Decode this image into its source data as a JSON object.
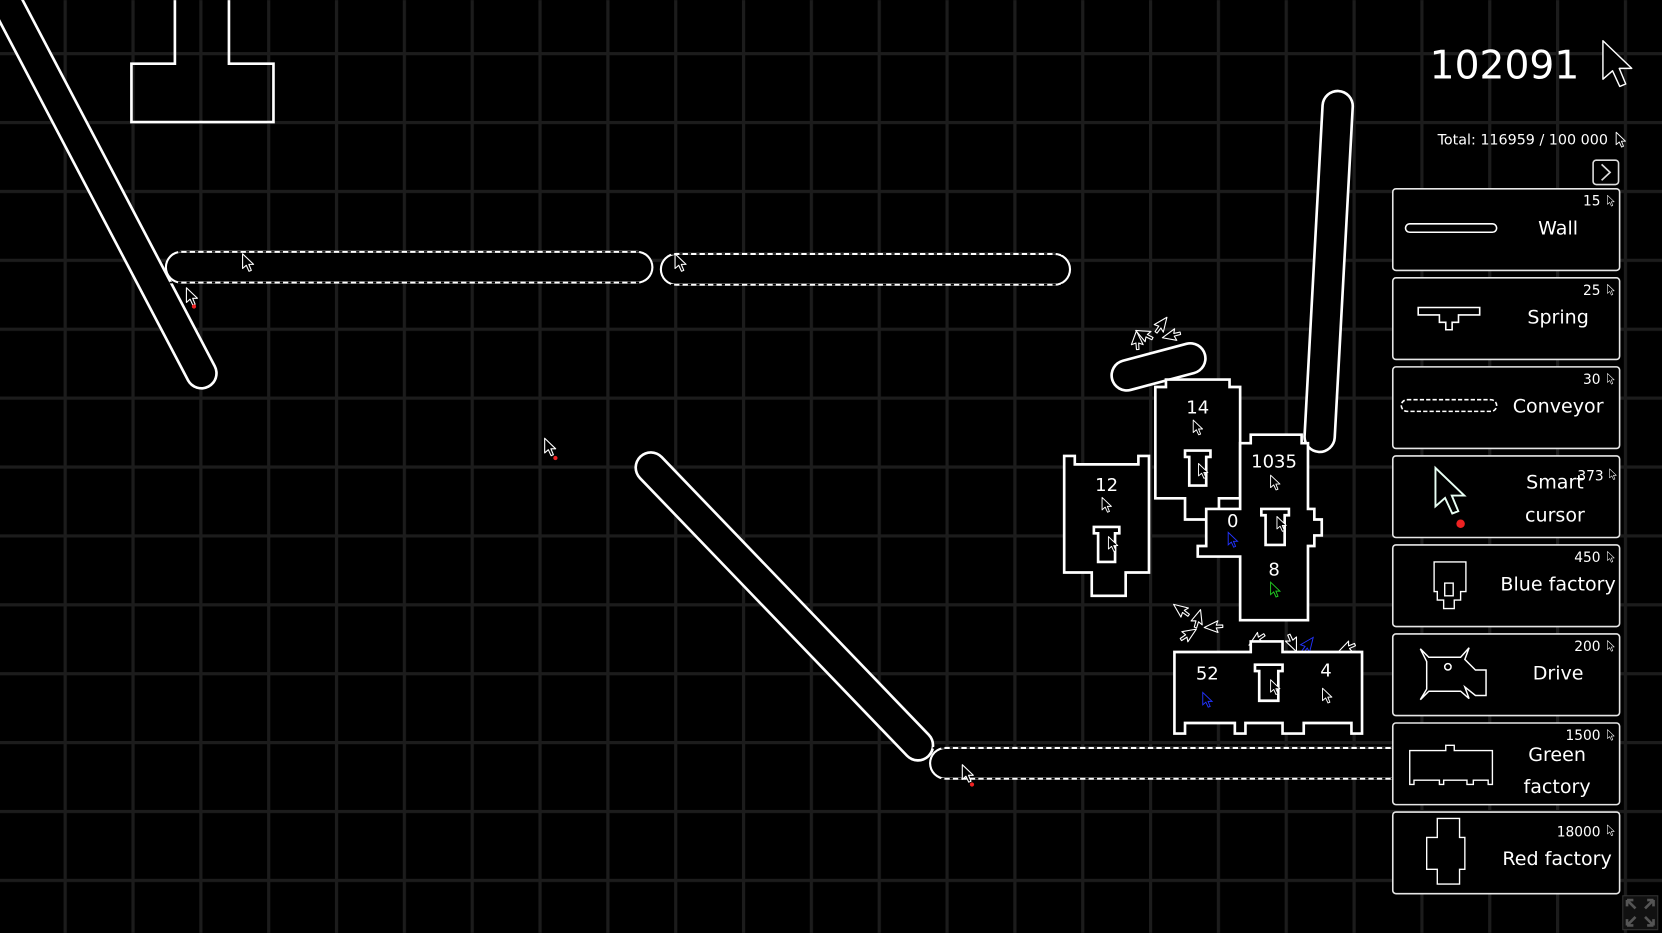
{
  "hud": {
    "score": "102091",
    "total": "Total: 116959 / 100 000",
    "expand_icon": "chevron-right-icon",
    "fullscreen_icon": "fullscreen-icon"
  },
  "shop": [
    {
      "name": "Wall",
      "price": "15"
    },
    {
      "name": "Spring",
      "price": "25"
    },
    {
      "name": "Conveyor",
      "price": "30"
    },
    {
      "name_line1": "Smart",
      "name_line2": "cursor",
      "price": "373"
    },
    {
      "name": "Blue factory",
      "price": "450"
    },
    {
      "name": "Drive",
      "price": "200"
    },
    {
      "name_line1": "Green",
      "name_line2": "factory",
      "price": "1500"
    },
    {
      "name": "Red factory",
      "price": "18000"
    }
  ],
  "factories": {
    "blue_a": "12",
    "blue_b": "14",
    "red_top": "1035",
    "red_left": "0",
    "red_bottom": "8",
    "green_left": "52",
    "green_right": "4"
  },
  "colors": {
    "background": "#000000",
    "grid": "#1c1c1c",
    "outline": "#ffffff",
    "blue_cursor": "#2233ff",
    "green_cursor": "#22cc22",
    "red_tip": "#ee2222"
  }
}
